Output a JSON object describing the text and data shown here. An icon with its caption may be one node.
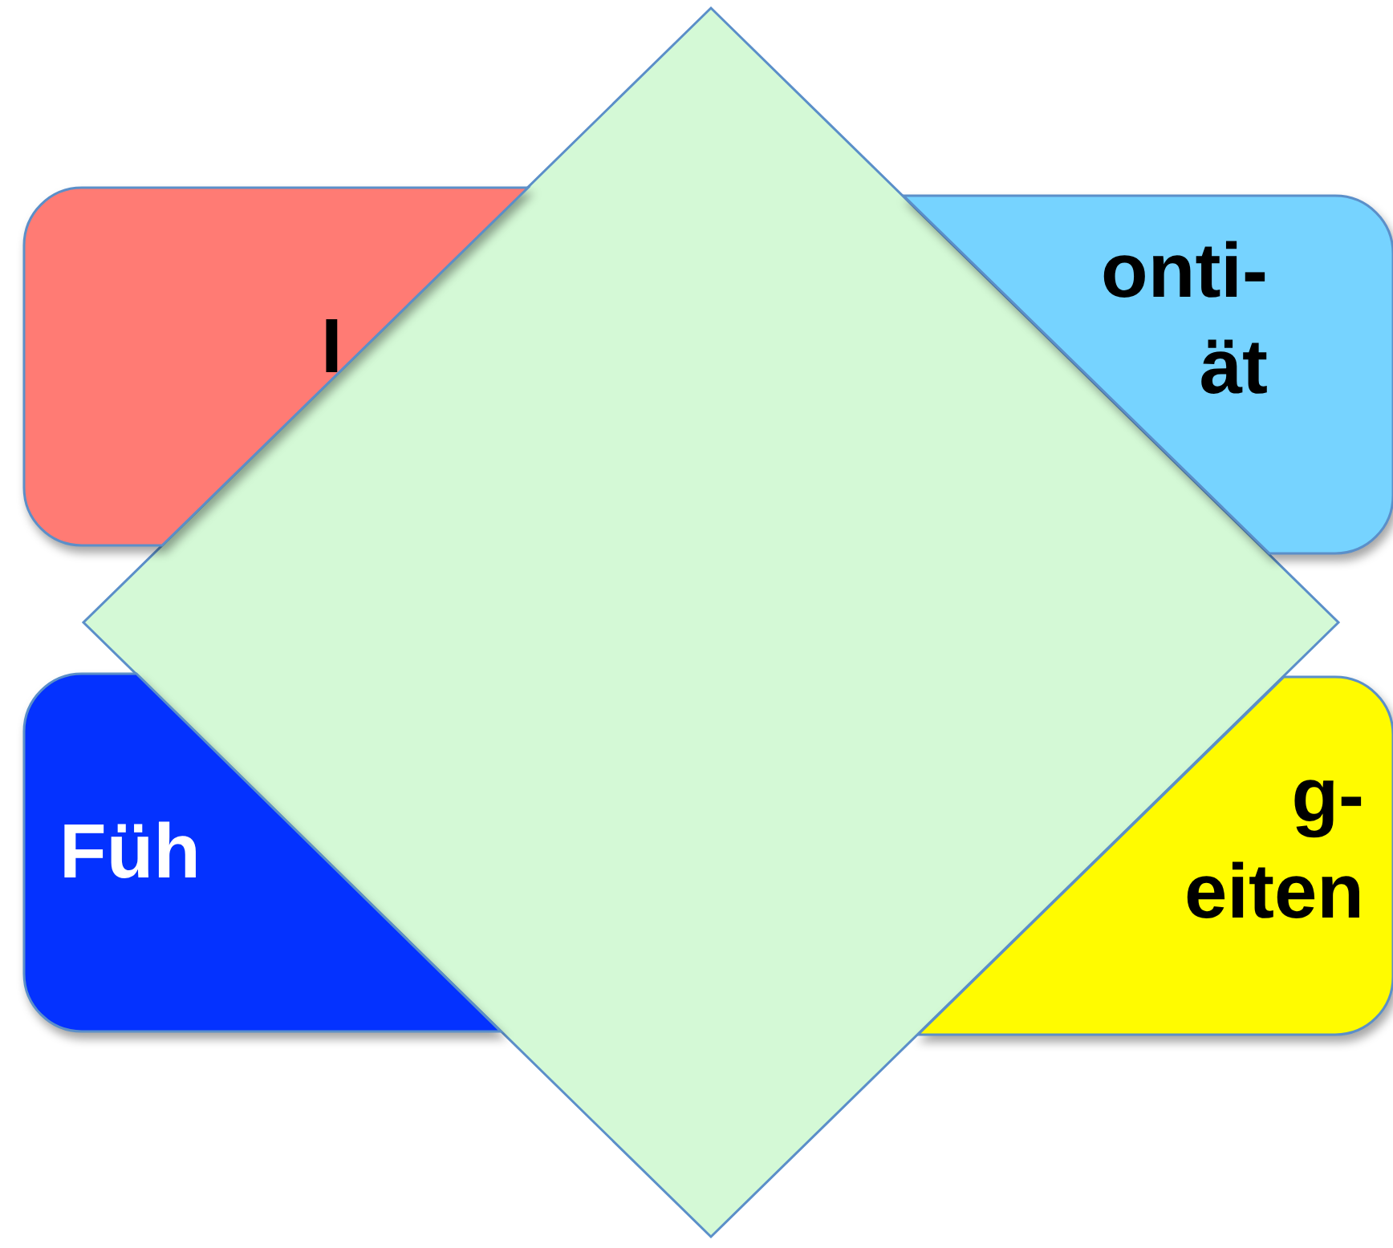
{
  "diagram": {
    "nodes": [
      {
        "text": [
          "I"
        ]
      },
      {
        "text": [
          "onti- ät"
        ]
      },
      {
        "text": [
          "Füh"
        ]
      },
      {
        "text": [
          "g- eiten"
        ]
      },
      {
        "text": [],
        "shape": "diamond"
      }
    ]
  }
}
